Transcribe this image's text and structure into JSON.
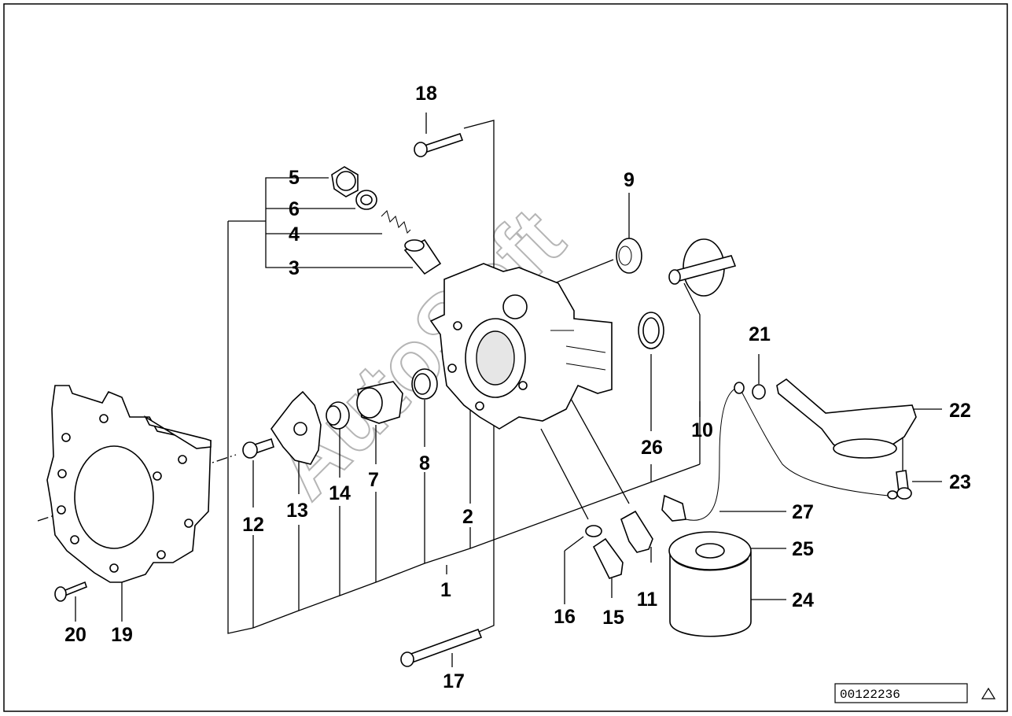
{
  "watermark": "AutoSoft",
  "document_number": "00122236",
  "warning_icon": "warning-triangle-icon",
  "callouts": [
    "1",
    "2",
    "3",
    "4",
    "5",
    "6",
    "7",
    "8",
    "9",
    "10",
    "11",
    "12",
    "13",
    "14",
    "15",
    "16",
    "17",
    "18",
    "19",
    "20",
    "21",
    "22",
    "23",
    "24",
    "25",
    "26",
    "27"
  ]
}
